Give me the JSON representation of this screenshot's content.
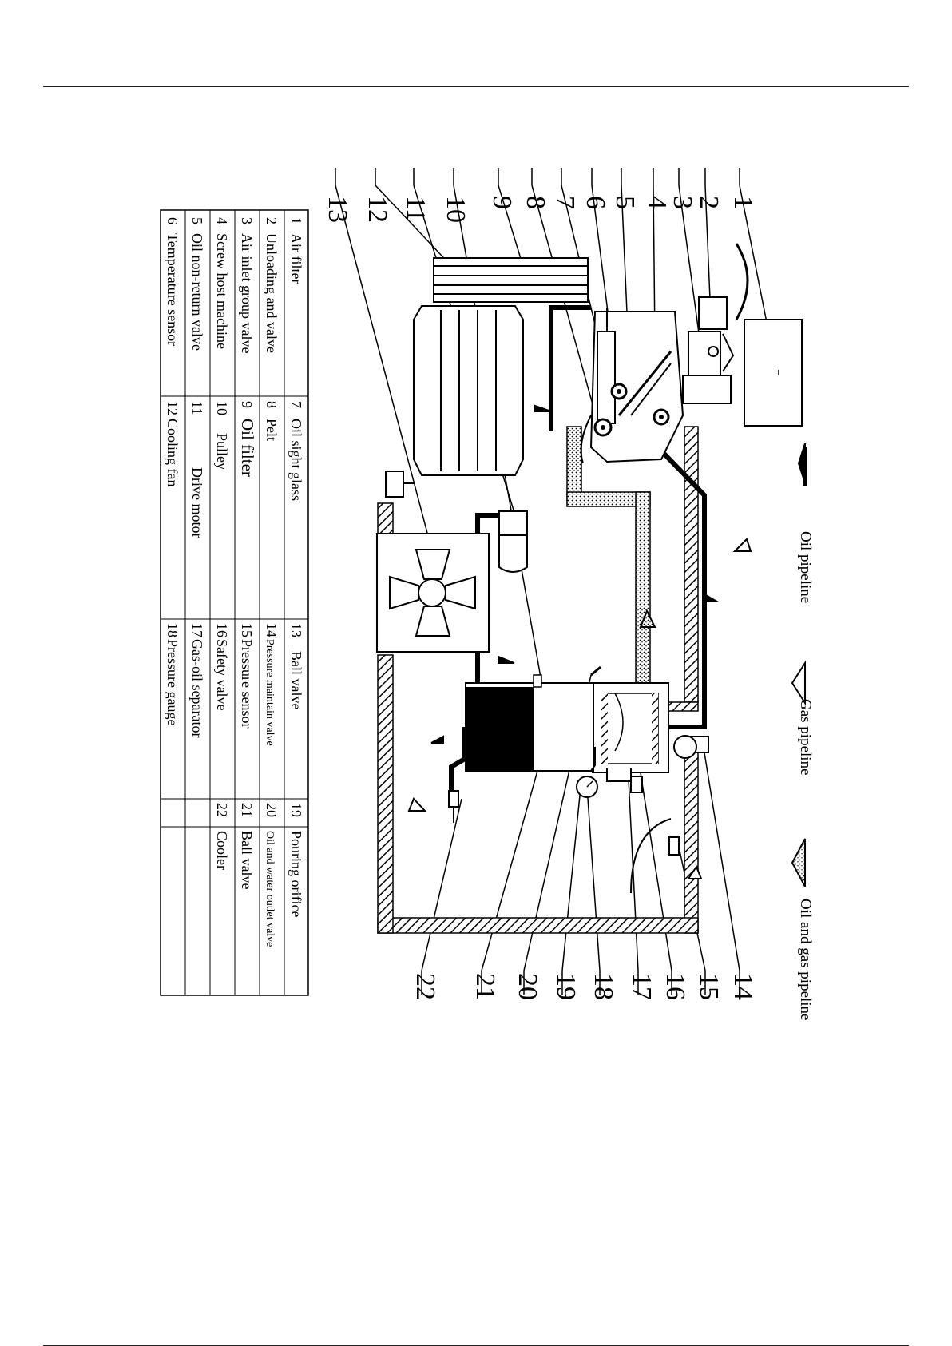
{
  "legend": {
    "oil": "Oil pipeline",
    "gas": "Gas pipeline",
    "oil_gas": "Oil and gas pipeline"
  },
  "callouts": [
    "1",
    "2",
    "3",
    "4",
    "5",
    "6",
    "7",
    "8",
    "9",
    "10",
    "11",
    "12",
    "13",
    "14",
    "15",
    "16",
    "17",
    "18",
    "19",
    "20",
    "21",
    "22"
  ],
  "parts_table": [
    [
      "1",
      "Air filter",
      "7",
      "Oil sight glass",
      "13",
      "Ball valve",
      "19",
      "Pouring orifice"
    ],
    [
      "2",
      "Unloading and valve",
      "8",
      "Pelt",
      "14",
      "Pressure maintain valve",
      "20",
      "Oil and water outlet valve"
    ],
    [
      "3",
      "Air inlet group valve",
      "9",
      "Oil filter",
      "15",
      "Pressure sensor",
      "21",
      "Ball valve"
    ],
    [
      "4",
      "Screw host machine",
      "10",
      "Pulley",
      "16",
      "Safety valve",
      "22",
      "Cooler"
    ],
    [
      "5",
      "Oil non-return valve",
      "11",
      "Drive motor",
      "17",
      "Gas-oil separator",
      "",
      ""
    ],
    [
      "6",
      "Temperature sensor",
      "12",
      "Cooling fan",
      "18",
      "Pressure gauge",
      "",
      ""
    ]
  ]
}
